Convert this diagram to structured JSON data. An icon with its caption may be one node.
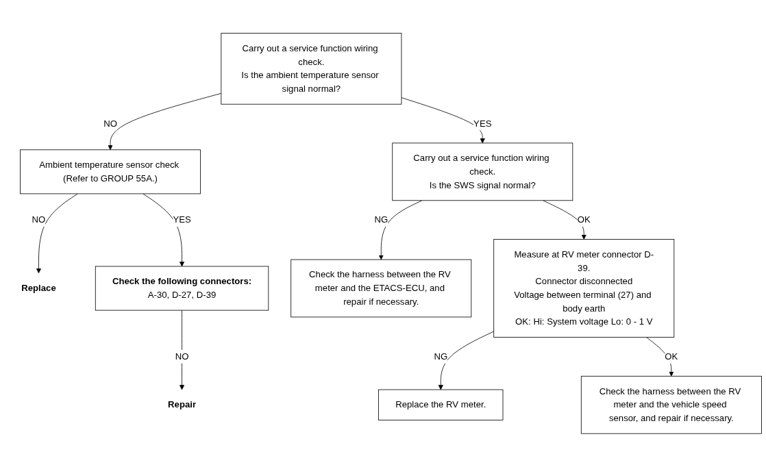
{
  "diagram": {
    "nodes": [
      {
        "text": [
          "Carry out a service function wiring check.",
          "Is the ambient temperature sensor signal normal?"
        ]
      },
      {
        "text": [
          "Ambient temperature sensor check (Refer to GROUP 55A.)"
        ]
      },
      {
        "text": [
          "Replace"
        ]
      },
      {
        "text": [
          "Check the following connectors:",
          "A-30, D-27, D-39"
        ]
      },
      {
        "text": [
          "Repair"
        ]
      },
      {
        "text": [
          "Carry out a service function wiring check.",
          "Is the SWS signal normal?"
        ]
      },
      {
        "text": [
          "Check the harness between the RV meter and the ETACS-ECU, and repair if necessary."
        ]
      },
      {
        "text": [
          "Measure at RV meter connector D-39.",
          "Connector disconnected",
          "Voltage between terminal (27) and body earth",
          "OK: Hi: System voltage Lo: 0 - 1 V"
        ]
      },
      {
        "text": [
          "Replace the RV meter."
        ]
      },
      {
        "text": [
          "Check the harness between the RV meter and the vehicle speed sensor, and repair if necessary."
        ]
      }
    ],
    "edges": [
      {
        "from": 0,
        "to": 1,
        "arrow": "to",
        "label": "NO"
      },
      {
        "from": 1,
        "to": 2,
        "arrow": "to",
        "label": "NO"
      },
      {
        "from": 1,
        "to": 3,
        "arrow": "to",
        "label": "YES"
      },
      {
        "from": 3,
        "to": 4,
        "arrow": "to",
        "label": "NO"
      },
      {
        "from": 0,
        "to": 5,
        "arrow": "to",
        "label": "YES"
      },
      {
        "from": 5,
        "to": 6,
        "arrow": "to",
        "label": "NG"
      },
      {
        "from": 5,
        "to": 7,
        "arrow": "to",
        "label": "OK"
      },
      {
        "from": 7,
        "to": 8,
        "arrow": "to",
        "label": "NG"
      },
      {
        "from": 7,
        "to": 9,
        "arrow": "to",
        "label": "OK"
      }
    ]
  }
}
